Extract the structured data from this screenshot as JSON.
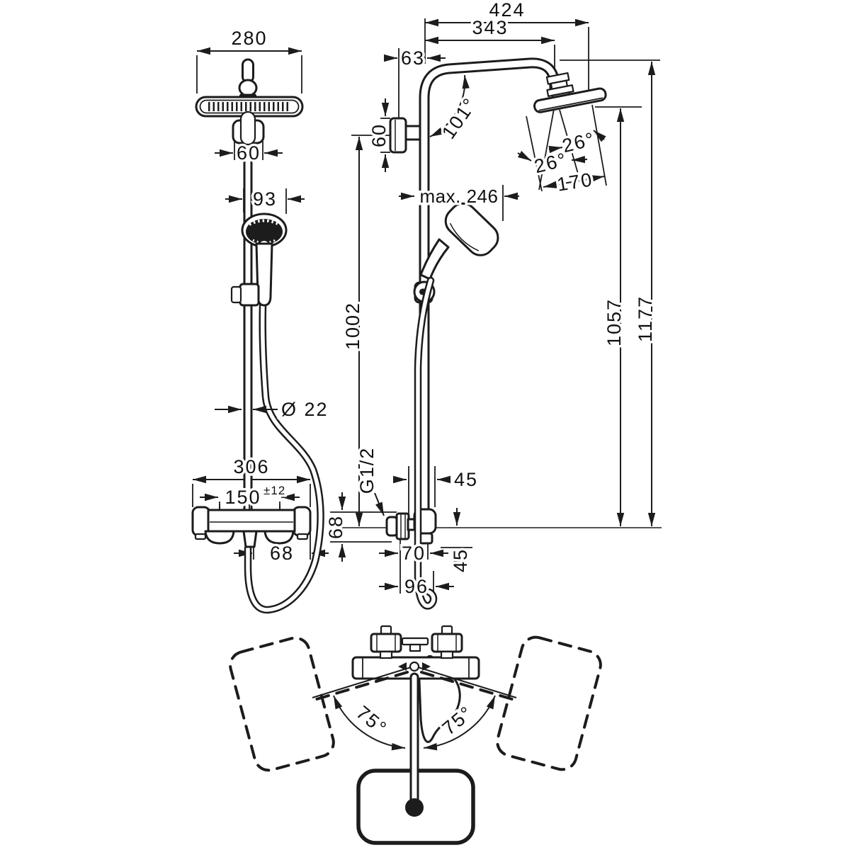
{
  "drawing_title": "shower-system-dimensional-drawing",
  "colors": {
    "line": "#1c1c1c",
    "background": "#ffffff"
  },
  "front_view": {
    "overhead_width": "280",
    "bracket_width": "60",
    "handshower_width": "93",
    "pipe_diameter": "Ø 22",
    "valve_width": "306",
    "connection_distance": "150",
    "connection_tolerance": "±12",
    "outlet_offset": "68"
  },
  "side_view": {
    "projection_total": "424",
    "projection_arm": "343",
    "wall_clearance": "63",
    "bracket_height": "60",
    "arm_angle": "101°",
    "head_angle_upper": "26°",
    "head_angle_lower": "26°",
    "head_depth": "170",
    "handshower_reach": "max. 246",
    "height_bracket": "1002",
    "height_head": "1057",
    "height_total": "1177",
    "thread": "G1/2",
    "riser_offset": "45",
    "supply_height": "68",
    "outlet_depth": "70",
    "outlet_drop": "45",
    "hose_depth": "96"
  },
  "bottom_view": {
    "swivel_left": "75°",
    "swivel_right": "75°"
  }
}
